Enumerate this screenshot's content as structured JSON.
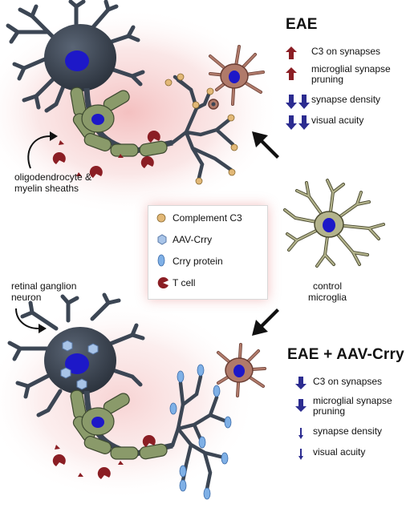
{
  "colors": {
    "neuron": "#3c4654",
    "nucleus": "#1d18c8",
    "myelin": "#8a9a6a",
    "microglia_active": "#b07a6a",
    "microglia_control": "#b3b38c",
    "complement_c3": "#e2b877",
    "aav": "#a8c4e8",
    "crry": "#7fb0e6",
    "t_cell": "#8b1e24",
    "arrow_up": "#8b1e24",
    "arrow_down": "#2c2c90",
    "inflammation_glow": "#f3b9b9"
  },
  "top_panel": {
    "title": "EAE",
    "effects": [
      {
        "direction": "up",
        "count": 1,
        "text": "C3 on synapses"
      },
      {
        "direction": "up",
        "count": 1,
        "text": "microglial synapse pruning"
      },
      {
        "direction": "down",
        "count": 2,
        "text": "synapse density"
      },
      {
        "direction": "down",
        "count": 2,
        "text": "visual acuity"
      }
    ],
    "oligo_label": "oligodendrocyte & myelin sheaths"
  },
  "bottom_panel": {
    "title": "EAE + AAV-Crry",
    "effects": [
      {
        "direction": "down",
        "size": "large",
        "text": "C3 on synapses"
      },
      {
        "direction": "down",
        "size": "large",
        "text": "microglial synapse pruning"
      },
      {
        "direction": "down",
        "size": "small",
        "text": "synapse density"
      },
      {
        "direction": "down",
        "size": "small",
        "text": "visual acuity"
      }
    ],
    "rgc_label": "retinal ganglion neuron"
  },
  "control": {
    "label": "control microglia"
  },
  "legend": [
    {
      "icon": "complement-c3-icon",
      "label": "Complement C3"
    },
    {
      "icon": "aav-crry-icon",
      "label": "AAV-Crry"
    },
    {
      "icon": "crry-protein-icon",
      "label": "Crry protein"
    },
    {
      "icon": "t-cell-icon",
      "label": "T cell"
    }
  ]
}
